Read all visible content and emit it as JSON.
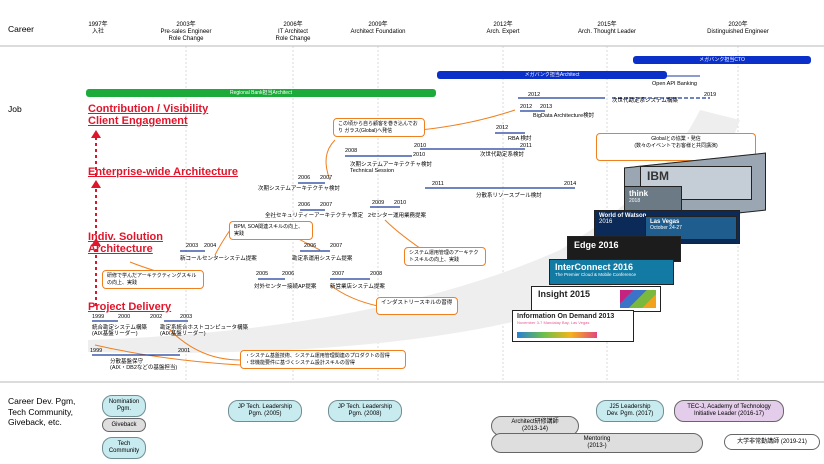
{
  "rows": {
    "career": "Career",
    "job": "Job",
    "community": "Career Dev. Pgm,\nTech Community,\nGiveback, etc."
  },
  "milestones": [
    {
      "year": "1997年",
      "label": "入社"
    },
    {
      "year": "2003年",
      "label": "Pre-sales Engineer\nRole Change"
    },
    {
      "year": "2006年",
      "label": "IT Architect\nRole Change"
    },
    {
      "year": "2009年",
      "label": "Architect Foundation"
    },
    {
      "year": "2012年",
      "label": "Arch. Expert"
    },
    {
      "year": "2015年",
      "label": "Arch. Thought Leader"
    },
    {
      "year": "2020年",
      "label": "Distinguished Engineer"
    }
  ],
  "bars": {
    "regional": "Regional Bank担当Architect",
    "megabank": "メガバンク担当Architect",
    "cto": "メガバンク担当CTO",
    "openapi": "Open API Banking"
  },
  "headings": {
    "h1a": "Contribution / Visibility",
    "h1b": "Client Engagement",
    "h2": "Enterprise-wide Architecture",
    "h3a": "Indiv. Solution",
    "h3b": "Architecture",
    "h4": "Project Delivery"
  },
  "projects": [
    {
      "label": "次世代勘定系システム構築",
      "y1": "2012",
      "y2": "2019"
    },
    {
      "label": "BigData Architecture検討",
      "y1": "2012",
      "y2": "2013"
    },
    {
      "label": "RBA 検討",
      "y1": "2012"
    },
    {
      "label": "次世代勘定系検討",
      "y1": "2010",
      "y2": "2011"
    },
    {
      "label": "次期システムアーキテクチャ検討\nTechnical Session",
      "y1": "2008",
      "y2": "2010"
    },
    {
      "label": "次期システムアーキテクチャ検討",
      "y1": "2006",
      "y2": "2007"
    },
    {
      "label": "分散系リソースプール検討",
      "y1": "2011",
      "y2": "2014"
    },
    {
      "label": "全社セキュリティーアーキテクチャ策定",
      "y1": "2006",
      "y2": "2007"
    },
    {
      "label": "2センター運用業務提案",
      "y1": "2009",
      "y2": "2010"
    },
    {
      "label": "新コールセンターシステム提案",
      "y1": "2003",
      "y2": "2004"
    },
    {
      "label": "勘定系運用システム提案",
      "y1": "2006",
      "y2": "2007"
    },
    {
      "label": "対外センター接続AP提案",
      "y1": "2005",
      "y2": "2006"
    },
    {
      "label": "新営業店システム提案",
      "y1": "2007",
      "y2": "2008"
    },
    {
      "label": "統合勘定システム構築\n(AIX基盤リーダー)",
      "y1": "1999",
      "y2": "2000"
    },
    {
      "label": "勘定系統合ホストコンピュータ構築\n(AIX基盤リーダー)",
      "y1": "2002",
      "y2": "2003"
    },
    {
      "label": "分散基盤保守\n(AIX・DB2などの基盤担当)",
      "y1": "1999",
      "y2": "2001"
    }
  ],
  "notes": {
    "n1": "この頃から自ら顧客を巻き込んでおり ガラス(Global)へ発信",
    "n2": "Globalとの協業・発信\n(数々のイベントでお客様と共同講演)",
    "n3": "BPM, SOA関連スキルの向上、実践",
    "n4": "システム運用管理のアーキテクトスキルの向上、実践",
    "n5": "研修で学んだアーキテクティングスキルの向上、実践",
    "n6": "インダストリースキルの習得",
    "n7a": "・システム基盤技術、システム運用管理関連のプロダクトの習得",
    "n7b": "・非機能要件に基づくシステム設計スキルの習得"
  },
  "events": [
    {
      "name": "think",
      "sub": "2018"
    },
    {
      "name": "IBM",
      "sub": ""
    },
    {
      "name": "World of Watson",
      "sub": "2016"
    },
    {
      "name": "Las Vegas",
      "sub": "October 24-27"
    },
    {
      "name": "Edge 2016",
      "sub": ""
    },
    {
      "name": "InterConnect 2016",
      "sub": "The Premier Cloud & Mobile Conference"
    },
    {
      "name": "Insight 2015",
      "sub": ""
    },
    {
      "name": "Information On Demand 2013",
      "sub": "November 3-7  Mandalay Bay, Las Vegas"
    }
  ],
  "pills": {
    "nomination": "Nomination\nPgm.",
    "giveback": "Giveback",
    "techcomm": "Tech\nCommunity",
    "jp2005": "JP Tech. Leadership\nPgm. (2005)",
    "jp2008": "JP Tech. Leadership\nPgm. (2008)",
    "j25": "J25 Leadership\nDev. Pgm. (2017)",
    "tecj": "TEC-J, Academy of Technology\nInitiative Leader (2016-17)",
    "archtrain": "Architect研修講師\n(2013-14)",
    "mentoring": "Mentoring\n(2013-)",
    "univ": "大学非常勤講師 (2019-21)"
  },
  "colors": {
    "green": "#1cab3b",
    "blue": "#0b2fc9",
    "navy": "#1a3a9a",
    "red": "#e0152b",
    "orange": "#f07f1f"
  }
}
